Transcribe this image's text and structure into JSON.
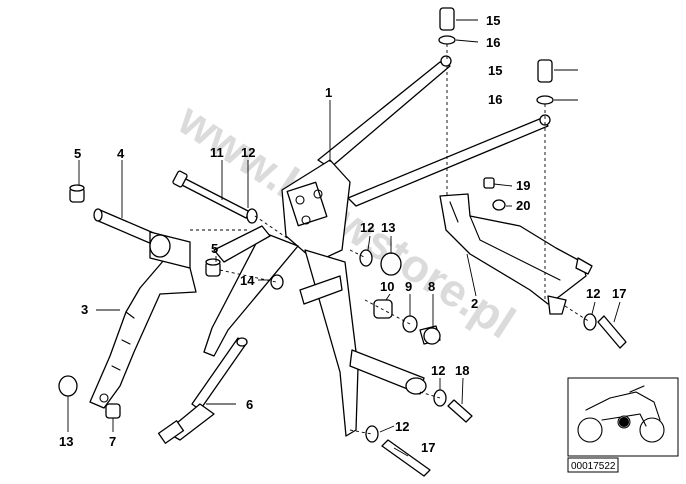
{
  "watermark": "www.bmwstore.pl",
  "diagram_code": "00017522",
  "callouts": [
    {
      "id": "c1",
      "text": "1"
    },
    {
      "id": "c2",
      "text": "2"
    },
    {
      "id": "c3",
      "text": "3"
    },
    {
      "id": "c4",
      "text": "4"
    },
    {
      "id": "c5a",
      "text": "5"
    },
    {
      "id": "c5b",
      "text": "5"
    },
    {
      "id": "c6",
      "text": "6"
    },
    {
      "id": "c7",
      "text": "7"
    },
    {
      "id": "c8",
      "text": "8"
    },
    {
      "id": "c9",
      "text": "9"
    },
    {
      "id": "c10",
      "text": "10"
    },
    {
      "id": "c11",
      "text": "11"
    },
    {
      "id": "c12a",
      "text": "12"
    },
    {
      "id": "c12b",
      "text": "12"
    },
    {
      "id": "c12c",
      "text": "12"
    },
    {
      "id": "c12d",
      "text": "12"
    },
    {
      "id": "c12e",
      "text": "12"
    },
    {
      "id": "c13a",
      "text": "13"
    },
    {
      "id": "c13b",
      "text": "13"
    },
    {
      "id": "c14",
      "text": "14"
    },
    {
      "id": "c15a",
      "text": "15"
    },
    {
      "id": "c15b",
      "text": "15"
    },
    {
      "id": "c16a",
      "text": "16"
    },
    {
      "id": "c16b",
      "text": "16"
    },
    {
      "id": "c17a",
      "text": "17"
    },
    {
      "id": "c17b",
      "text": "17"
    },
    {
      "id": "c18",
      "text": "18"
    },
    {
      "id": "c19",
      "text": "19"
    },
    {
      "id": "c20",
      "text": "20"
    }
  ]
}
